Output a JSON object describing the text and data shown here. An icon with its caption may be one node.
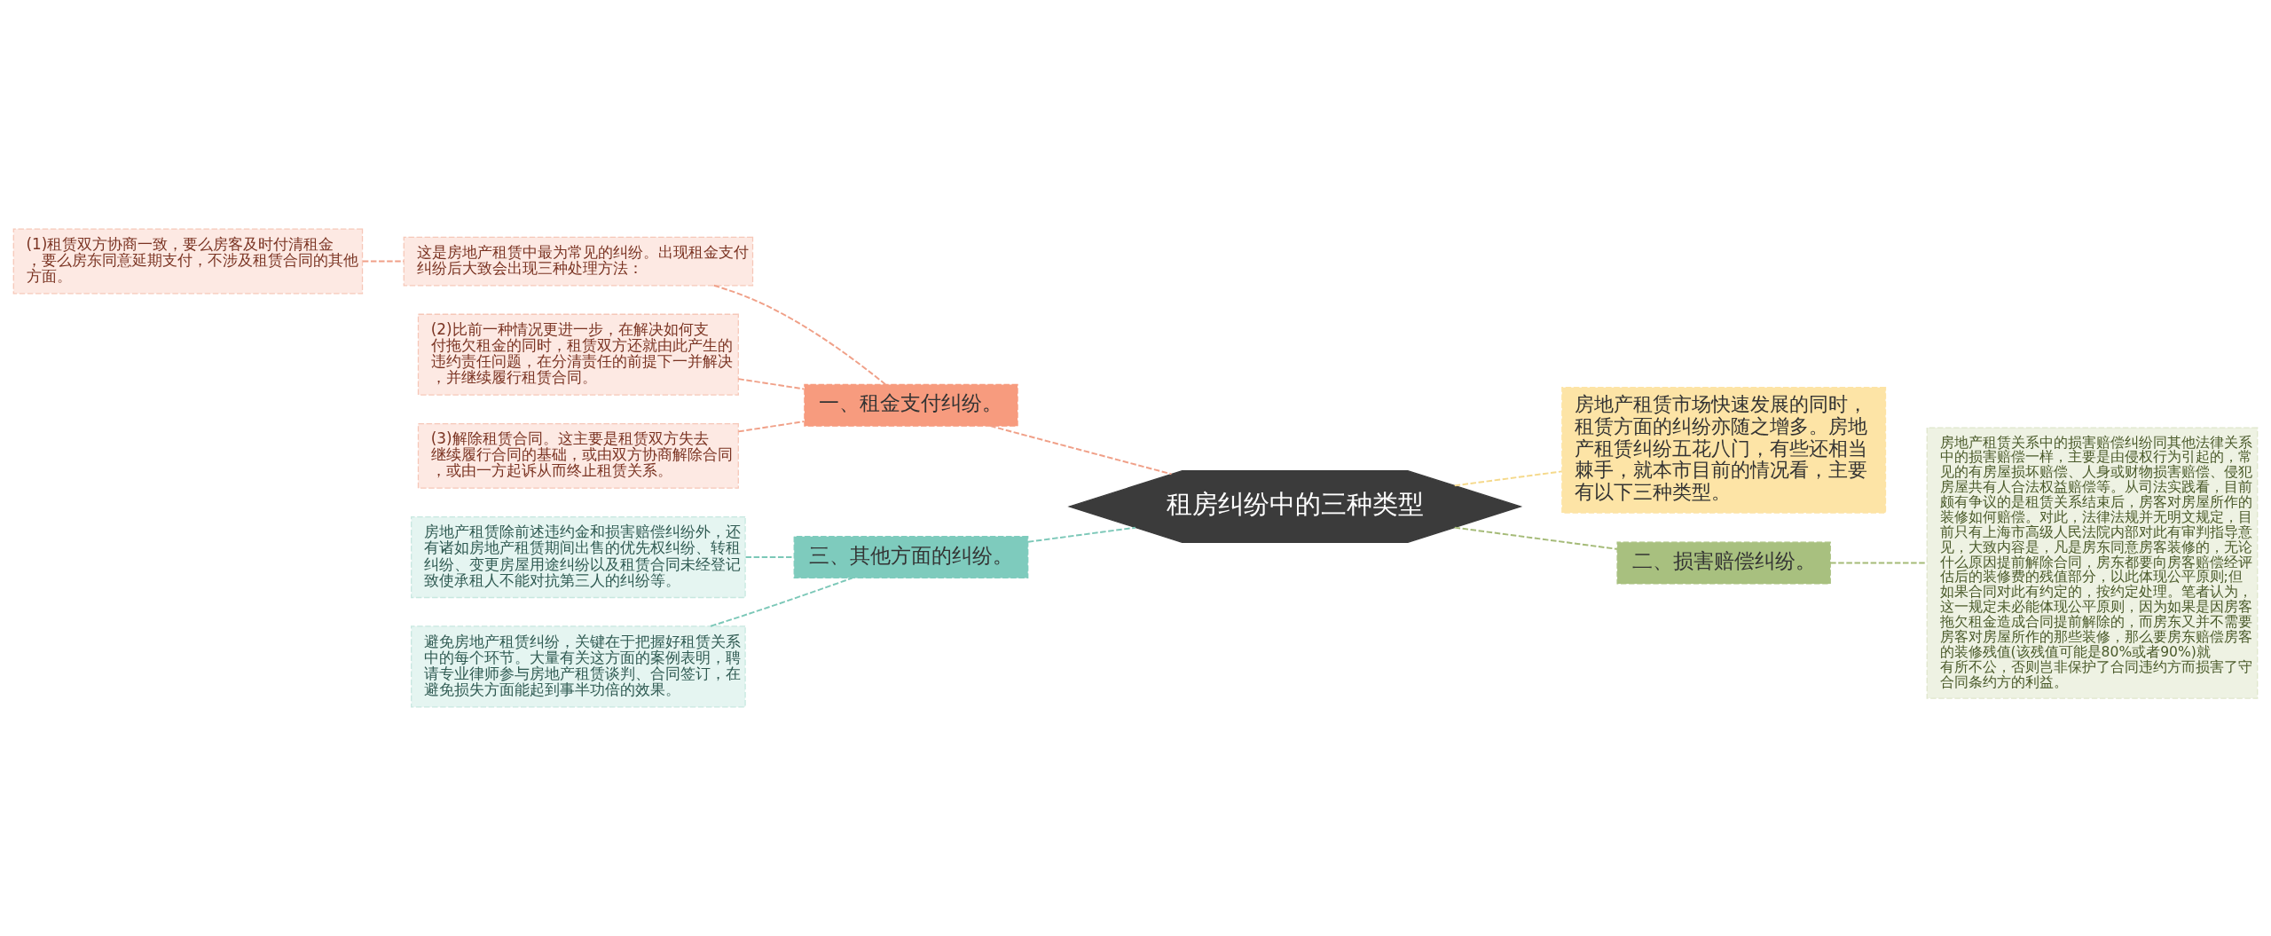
{
  "diagram": {
    "nodes": [
      {
        "text": [
          "租房纠纷中的三种类型"
        ]
      },
      {
        "text": [
          "一、租金支付纠纷。"
        ]
      },
      {
        "text": [
          "这是房地产租赁中最为常见的纠纷。出现租金支付纠纷后大致会出现三种处理方法："
        ]
      },
      {
        "text": [
          "(1)租赁双方协商一致，要么房客及时付清租金，要么房东同意延期支付，不涉及租赁合同的其他方面。"
        ]
      },
      {
        "text": [
          "(2)比前一种情况更进一步，在解决如何支付拖欠租金的同时，租赁双方还就由此产生的违约责任问题，在分清责任的前提下一并解决，并继续履行租赁合同。"
        ]
      },
      {
        "text": [
          "(3)解除租赁合同。这主要是租赁双方失去继续履行合同的基础，或由双方协商解除合同，或由一方起诉从而终止租赁关系。"
        ]
      },
      {
        "text": [
          "三、其他方面的纠纷。"
        ]
      },
      {
        "text": [
          "房地产租赁除前述违约金和损害赔偿纠纷外，还有诸如房地产租赁期间出售的优先权纠纷、转租纠纷、变更房屋用途纠纷以及租赁合同未经登记致使承租人不能对抗第三人的纠纷等。"
        ]
      },
      {
        "text": [
          "避免房地产租赁纠纷，关键在于把握好租赁关系中的每个环节。大量有关这方面的案例表明，聘请专业律师参与房地产租赁谈判、合同签订，在避免损失方面能起到事半功倍的效果。"
        ]
      },
      {
        "text": [
          "房地产租赁市场快速发展的同时，租赁方面的纠纷亦随之增多。房地产租赁纠纷五花八门，有些还相当棘手，就本市目前的情况看，主要有以下三种类型。"
        ]
      },
      {
        "text": [
          "二、损害赔偿纠纷。"
        ]
      },
      {
        "text": [
          "房地产租赁关系中的损害赔偿纠纷同其他法律关系中的损害赔偿一样，主要是由侵权行为引起的，常见的有房屋损坏赔偿、人身或财物损害赔偿、侵犯房屋共有人合法权益赔偿等。从司法实践看，目前颇有争议的是租赁关系结束后，房客对房屋所作的装修如何赔偿。对此，法律法规并无明文规定，目前只有上海市高级人民法院内部对此有审判指导意见，大致内容是，凡是房东同意房客装修的，无论什么原因提前解除合同，房东都要向房客赔偿经评估后的装修费的残值部分，以此体现公平原则;但如果合同对此有约定的，按约定处理。笔者认为，这一规定未必能体现公平原则，因为如果是因房客拖欠租金造成合同提前解除的，而房东又并不需要房客对房屋所作的那些装修，那么要房东赔偿房客的装修残值(该残值可能是80%或者90%)就有所不公，否则岂非保护了合同违约方而损害了守合同条约方的利益。"
        ]
      }
    ],
    "edges": [
      {
        "from": 0,
        "to": 1,
        "arrow": "none",
        "style": "dashed"
      },
      {
        "from": 1,
        "to": 2,
        "arrow": "none",
        "style": "dashed"
      },
      {
        "from": 2,
        "to": 3,
        "arrow": "none",
        "style": "dashed"
      },
      {
        "from": 1,
        "to": 4,
        "arrow": "none",
        "style": "dashed"
      },
      {
        "from": 1,
        "to": 5,
        "arrow": "none",
        "style": "dashed"
      },
      {
        "from": 0,
        "to": 6,
        "arrow": "none",
        "style": "dashed",
        "color": "#7cc8b8"
      },
      {
        "from": 6,
        "to": 7,
        "arrow": "none",
        "style": "dashed",
        "color": "#7cc8b8"
      },
      {
        "from": 6,
        "to": 8,
        "arrow": "none",
        "style": "dashed",
        "color": "#7cc8b8"
      },
      {
        "from": 0,
        "to": 9,
        "arrow": "none",
        "style": "dashed",
        "color": "#f5d98b"
      },
      {
        "from": 0,
        "to": 10,
        "arrow": "none",
        "style": "dashed",
        "color": "#a5bb78"
      },
      {
        "from": 10,
        "to": 11,
        "arrow": "none",
        "style": "dashed",
        "color": "#a5bb78"
      }
    ]
  }
}
